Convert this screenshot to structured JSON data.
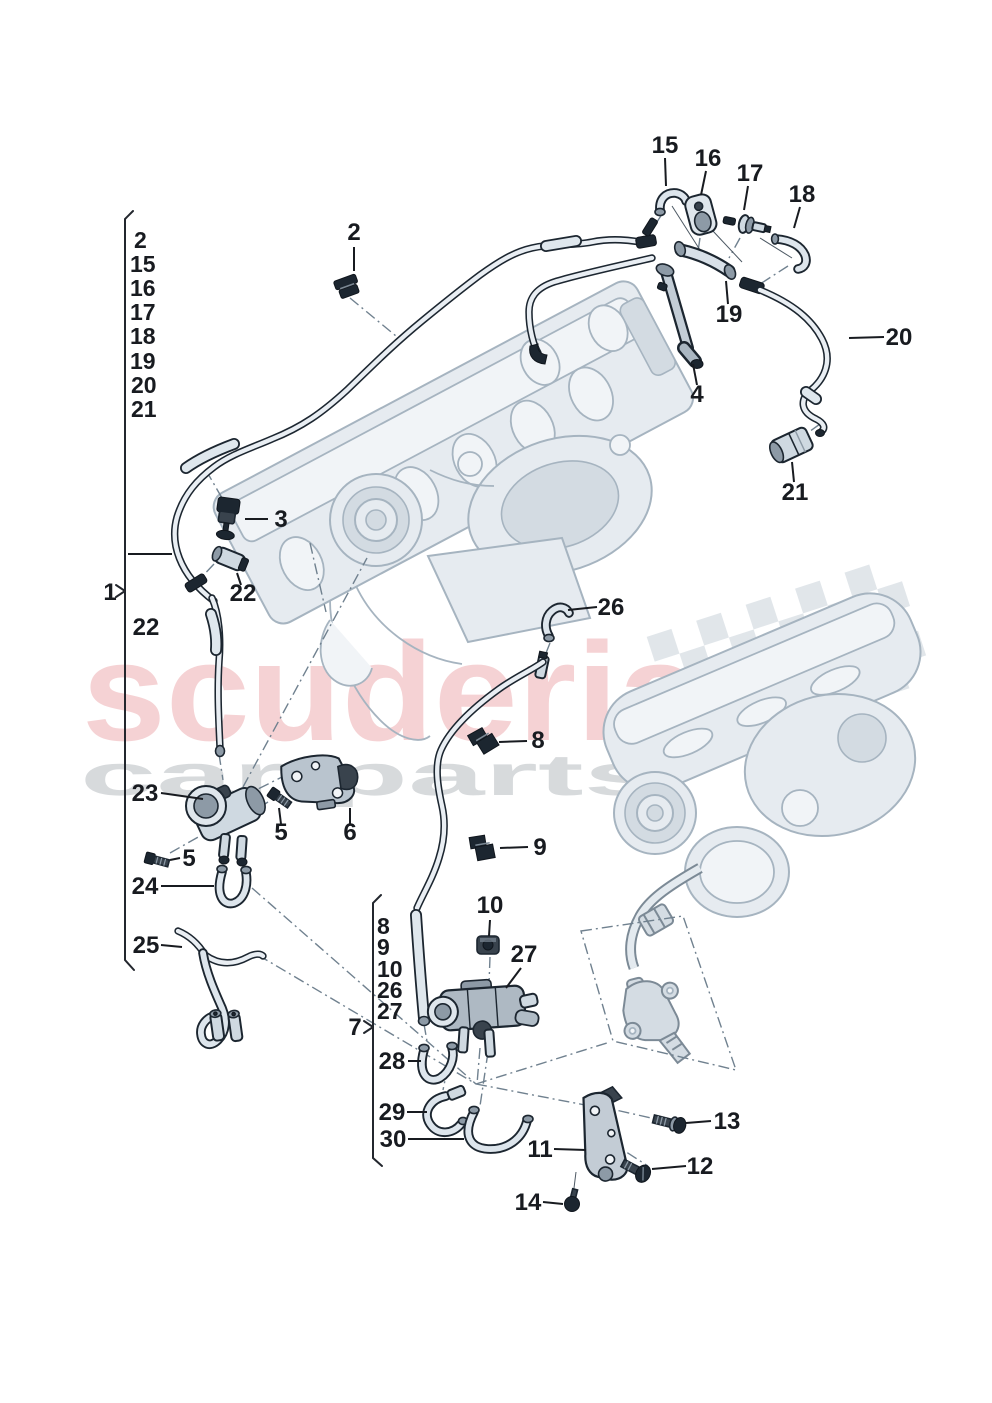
{
  "watermark": {
    "brand": "scuderia",
    "tagline": "car parts",
    "brand_color": "#d9464f",
    "tagline_color": "#d3d6d9"
  },
  "group1": {
    "label": "1",
    "items": [
      "2",
      "15",
      "16",
      "17",
      "18",
      "19",
      "20",
      "21"
    ],
    "sub_item": "22"
  },
  "group7": {
    "label": "7",
    "items": [
      "8",
      "9",
      "10",
      "26",
      "27"
    ]
  },
  "callouts": {
    "p2": "2",
    "p3": "3",
    "p4": "4",
    "p5a": "5",
    "p5b": "5",
    "p6": "6",
    "p8": "8",
    "p9": "9",
    "p10": "10",
    "p11": "11",
    "p12": "12",
    "p13": "13",
    "p14": "14",
    "p15": "15",
    "p16": "16",
    "p17": "17",
    "p18": "18",
    "p19": "19",
    "p20": "20",
    "p21": "21",
    "p22": "22",
    "p23": "23",
    "p24": "24",
    "p25": "25",
    "p26": "26",
    "p27": "27",
    "p28": "28",
    "p29": "29",
    "p30": "30"
  }
}
